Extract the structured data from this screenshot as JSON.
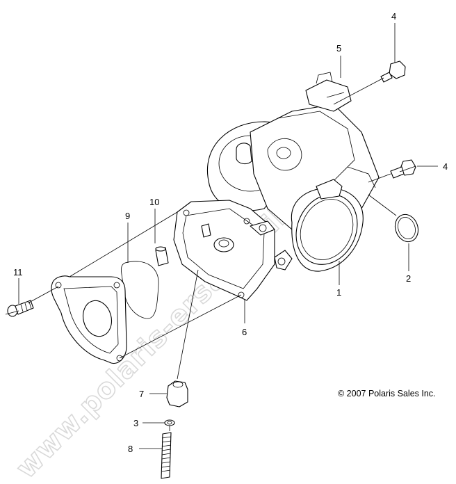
{
  "watermark": "www.polaris-ersatzteile.de",
  "copyright": "© 2007 Polaris Sales Inc.",
  "callouts": {
    "c1": "1",
    "c2": "2",
    "c3": "3",
    "c4a": "4",
    "c4b": "4",
    "c5": "5",
    "c6": "6",
    "c7": "7",
    "c8": "8",
    "c9": "9",
    "c10": "10",
    "c11": "11"
  }
}
